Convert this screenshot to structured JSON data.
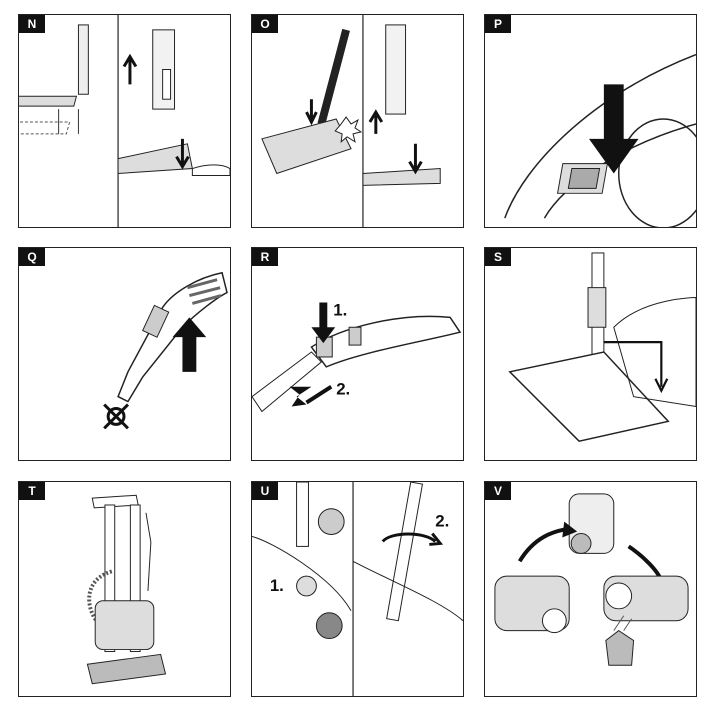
{
  "panels": [
    {
      "label": "N"
    },
    {
      "label": "O"
    },
    {
      "label": "P"
    },
    {
      "label": "Q"
    },
    {
      "label": "R",
      "steps": [
        "1.",
        "2."
      ]
    },
    {
      "label": "S"
    },
    {
      "label": "T"
    },
    {
      "label": "U",
      "steps": [
        "1.",
        "2."
      ]
    },
    {
      "label": "V"
    }
  ]
}
